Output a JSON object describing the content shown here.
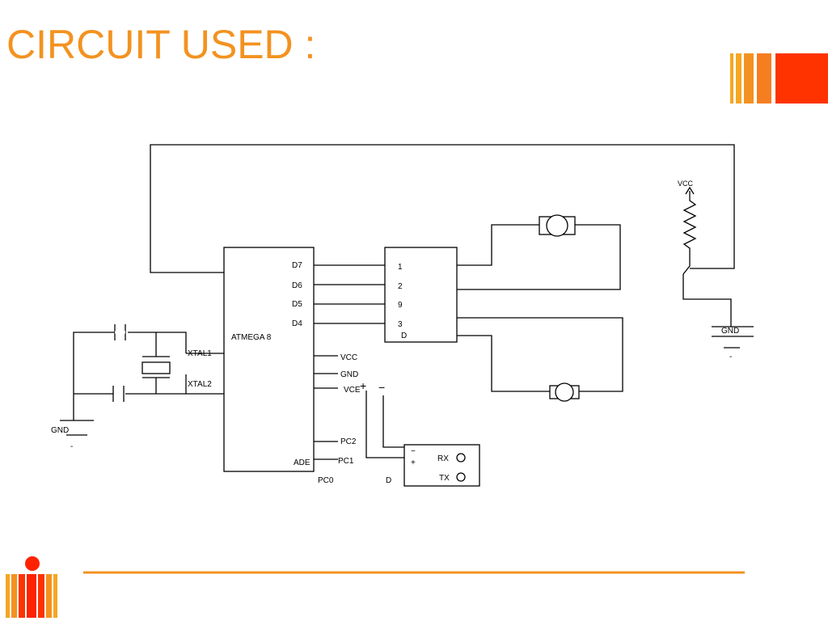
{
  "slide": {
    "title": "CIRCUIT USED :",
    "accent_color": "#f39220",
    "accent_dark": "#ff3300"
  },
  "diagram": {
    "mcu": {
      "name": "ATMEGA 8",
      "pins_left": [
        "XTAL1",
        "XTAL2"
      ],
      "pins_right": [
        "D7",
        "D6",
        "D5",
        "D4",
        "ADE"
      ],
      "pins_out": [
        "VCC",
        "GND",
        "VCE",
        "PC2",
        "PC1"
      ],
      "bottom": "PC0"
    },
    "driver": {
      "pins": [
        "1",
        "2",
        "9",
        "3"
      ],
      "bottom": "D",
      "below": "D"
    },
    "bluetooth": {
      "pins": [
        "RX",
        "TX"
      ],
      "polarity": [
        "−",
        "+"
      ]
    },
    "supply": {
      "plus": "+",
      "minus": "−"
    },
    "sensor": {
      "vcc": "VCC",
      "gnd": "GND",
      "gnd_sub": "-"
    },
    "crystal": {
      "gnd": "GND",
      "gnd_sub": "-"
    }
  }
}
